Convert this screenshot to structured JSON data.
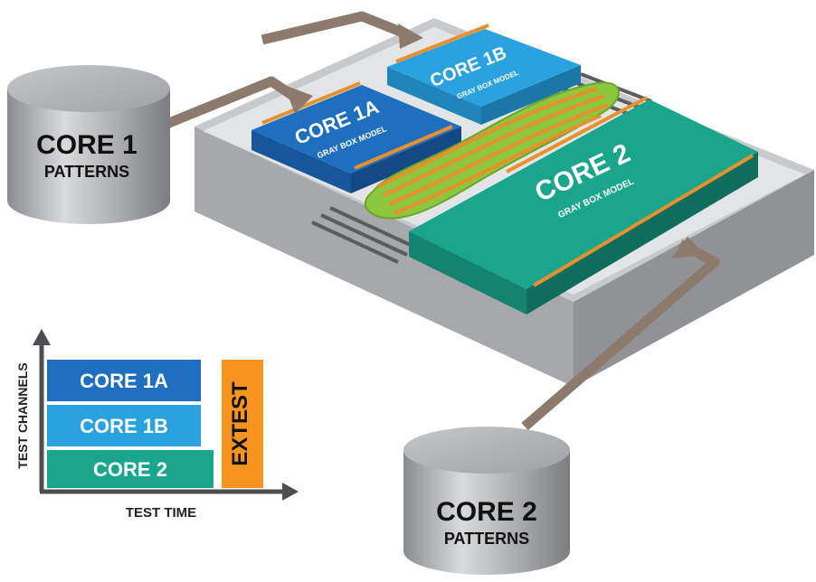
{
  "db1": {
    "title": "CORE 1",
    "subtitle": "PATTERNS"
  },
  "db2": {
    "title": "CORE 2",
    "subtitle": "PATTERNS"
  },
  "chip": {
    "core1a": {
      "title": "CORE 1A",
      "subtitle": "GRAY BOX MODEL"
    },
    "core1b": {
      "title": "CORE 1B",
      "subtitle": "GRAY BOX MODEL"
    },
    "core2": {
      "title": "CORE 2",
      "subtitle": "GRAY BOX MODEL"
    }
  },
  "chart": {
    "ylabel": "TEST CHANNELS",
    "xlabel": "TEST TIME",
    "bars": [
      "CORE 1A",
      "CORE 1B",
      "CORE 2"
    ],
    "extest": "EXTEST"
  },
  "colors": {
    "core1a": "#1f6fc0",
    "core1b": "#2aa2e0",
    "core2": "#1aa68d",
    "extest": "#f7941d",
    "arrow": "#8c7b6c",
    "glue": "#8dc63f",
    "wire": "#e8902c",
    "substrate": "#d2d3d5"
  }
}
